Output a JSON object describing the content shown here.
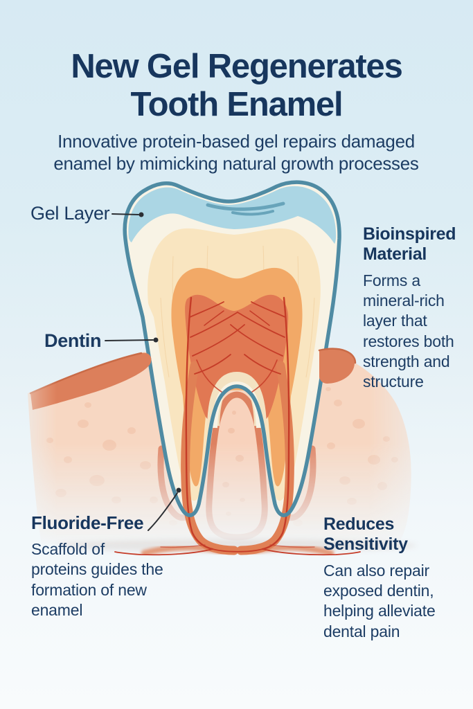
{
  "title": {
    "line1": "New Gel Regenerates",
    "line2": "Tooth Enamel"
  },
  "subtitle": "Innovative protein-based gel repairs damaged enamel by mimicking natural growth processes",
  "callouts": {
    "gel_layer": {
      "label": "Gel Layer"
    },
    "dentin": {
      "label": "Dentin"
    },
    "bioinspired": {
      "heading": "Bioinspired Material",
      "body": "Forms a mineral-rich layer that restores both strength and structure"
    },
    "fluoride_free": {
      "heading": "Fluoride-Free",
      "body": "Scaffold of proteins guides the formation of new enamel"
    },
    "reduces_sensitivity": {
      "heading": "Reduces Sensitivity",
      "body": "Can also repair exposed dentin, helping alleviate dental pain"
    }
  },
  "illustration": {
    "name": "tooth-cross-section",
    "parts": [
      "gel-layer",
      "enamel",
      "dentin",
      "pulp-with-blood-vessels",
      "root-canals",
      "gum-tissue"
    ]
  },
  "colors": {
    "background_top": "#d7eaf3",
    "background_bottom": "#f8fbfc",
    "heading_text": "#17365d",
    "body_text": "#1d3d64",
    "gel_blue": "#abd6e4",
    "gel_swoosh": "#68a4ba",
    "tooth_outline_teal": "#4f8ba3",
    "enamel_ivory": "#f8f3e5",
    "dentin_cream": "#f9e5c0",
    "dentin_orange": "#f2a967",
    "pulp_salmon": "#e17853",
    "root_canal": "#e08055",
    "vessel_red": "#c53c28",
    "gum_ridge": "#dc7f5b",
    "gum_light": "#f7d7c2",
    "pointer_line": "#2b2e33"
  }
}
